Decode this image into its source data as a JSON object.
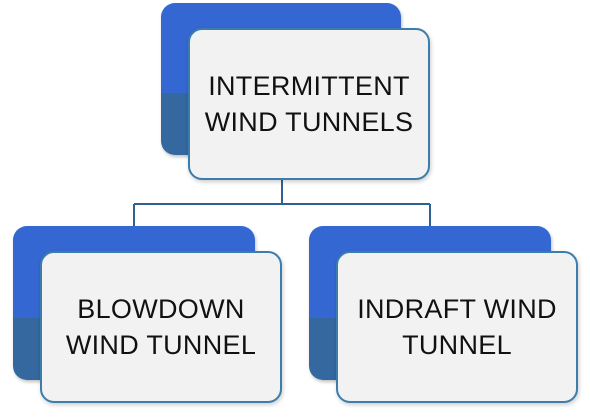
{
  "colors": {
    "back_top": "#3467d2",
    "back_bottom": "#34689e",
    "card_fill": "#f2f2f2",
    "card_border": "#3d7dab",
    "connector": "#2f6293",
    "text": "#111111"
  },
  "nodes": {
    "root": {
      "label": "INTERMITTENT WIND TUNNELS"
    },
    "left": {
      "label": "BLOWDOWN WIND TUNNEL"
    },
    "right": {
      "label": "INDRAFT WIND TUNNEL"
    }
  }
}
